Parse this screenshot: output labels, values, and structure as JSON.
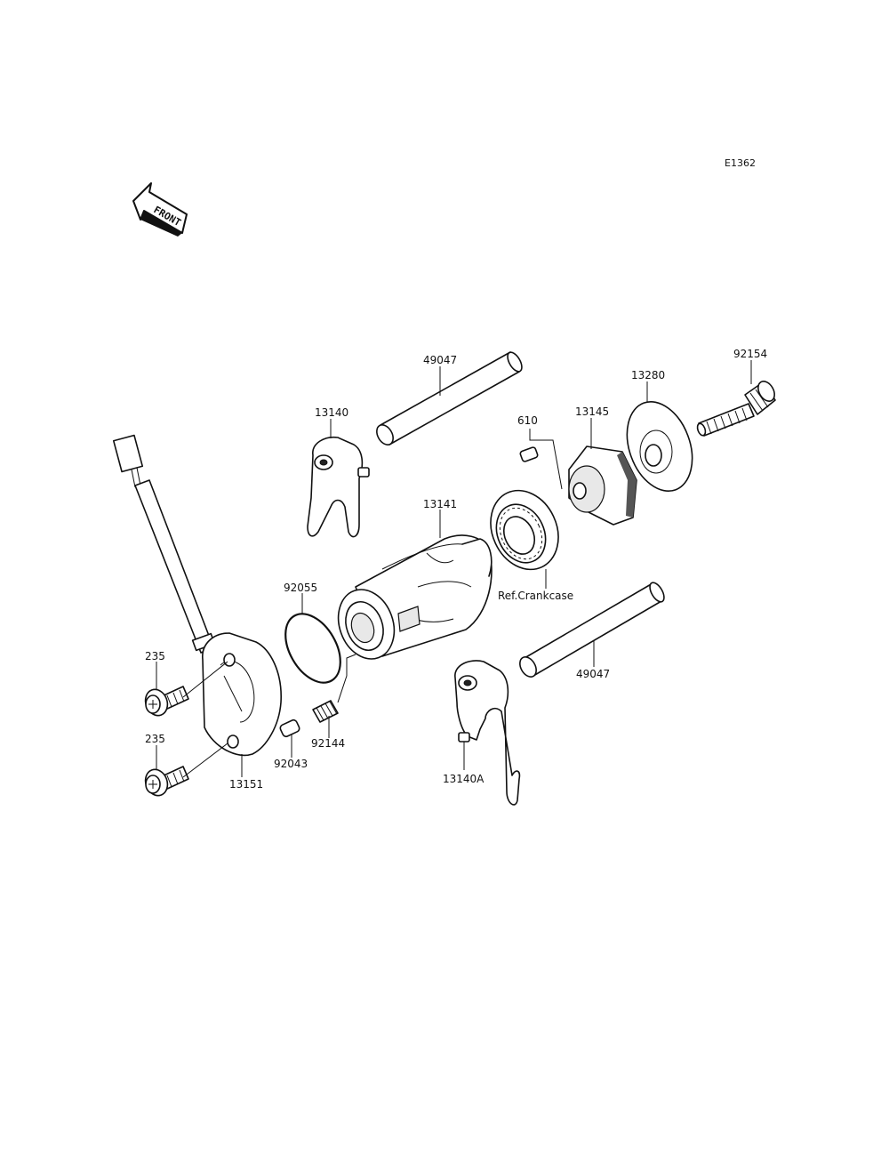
{
  "diagram_code": "E1362",
  "front_arrow_label": "FRONT",
  "callouts": {
    "p49047_upper": "49047",
    "p13140": "13140",
    "p610": "610",
    "p13145": "13145",
    "p13280": "13280",
    "p92154": "92154",
    "p13141": "13141",
    "p92055": "92055",
    "ref_crankcase": "Ref.Crankcase",
    "p49047_lower": "49047",
    "p235_upper": "235",
    "p235_lower": "235",
    "p92144": "92144",
    "p92043": "92043",
    "p13151": "13151",
    "p13140A": "13140A"
  }
}
